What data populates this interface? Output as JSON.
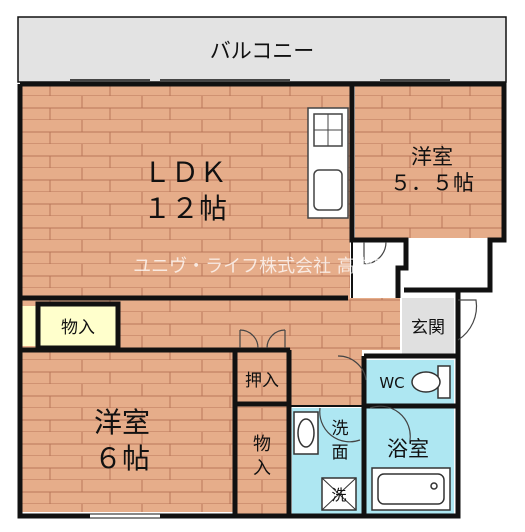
{
  "floorplan": {
    "rooms": {
      "balcony": {
        "label": "バルコニー"
      },
      "ldk": {
        "line1": "ＬＤＫ",
        "line2": "１２帖"
      },
      "western_55": {
        "line1": "洋室",
        "line2": "５．５帖"
      },
      "western_6": {
        "line1": "洋室",
        "line2": "６帖"
      },
      "storage_top": {
        "label": "物入"
      },
      "closet": {
        "label": "押入"
      },
      "storage_bottom": {
        "line1": "物",
        "line2": "入"
      },
      "entrance": {
        "label": "玄関"
      },
      "wc": {
        "label": "WC"
      },
      "washroom": {
        "line1": "洗",
        "line2": "面"
      },
      "washer": {
        "label": "洗"
      },
      "bath": {
        "label": "浴室"
      }
    },
    "watermark": "ユニヴ・ライフ株式会社 高槻店",
    "colors": {
      "wood": "#e6ad8a",
      "grain": "#b9765a",
      "balcony": "#e3e3e3",
      "tile": "#aee7f2",
      "wall": "#111111",
      "storage": "#ffffcc"
    }
  }
}
